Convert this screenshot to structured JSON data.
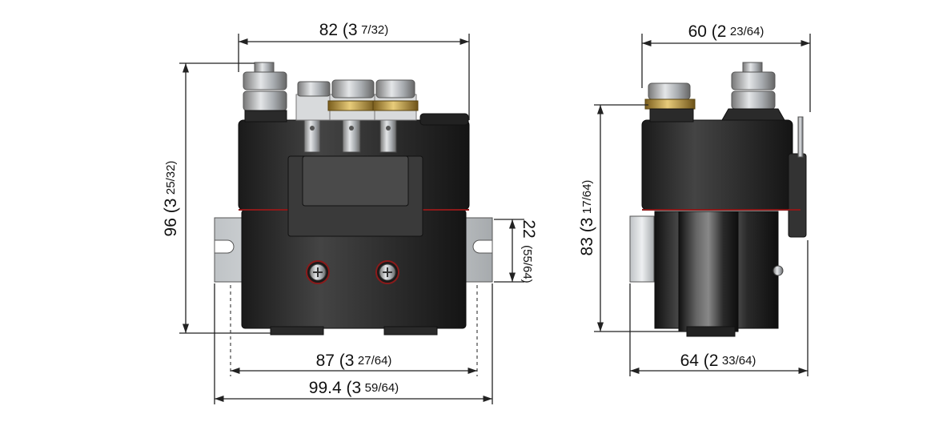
{
  "front_view": {
    "width_top": {
      "whole": "82 (3",
      "frac": "7/32)"
    },
    "height": {
      "whole": "96 (3",
      "frac": "25/32)"
    },
    "bracket_height": {
      "whole": "22",
      "frac": "(55/64)"
    },
    "mount_spacing": {
      "whole": "87 (3",
      "frac": "27/64)"
    },
    "overall_width": {
      "whole": "99.4 (3",
      "frac": "59/64)"
    }
  },
  "side_view": {
    "width_top": {
      "whole": "60 (2",
      "frac": "23/64)"
    },
    "height": {
      "whole": "83 (3",
      "frac": "17/64)"
    },
    "width_bottom": {
      "whole": "64 (2",
      "frac": "33/64)"
    }
  },
  "colors": {
    "body": "#2b2b2b",
    "body_light": "#4a4a4a",
    "brass": "#c9a54a",
    "red_seam": "#8b1a1a",
    "steel": "#b8bcc0"
  }
}
